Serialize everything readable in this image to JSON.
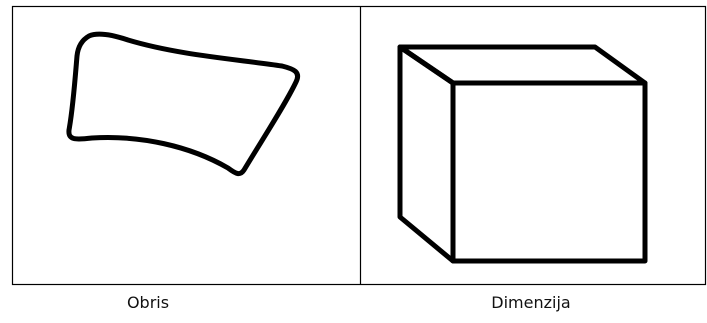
{
  "panels": [
    {
      "id": "outline",
      "caption": "Obris"
    },
    {
      "id": "dimension",
      "caption": "Dimenzija"
    }
  ],
  "colors": {
    "frame": "#000000",
    "stroke": "#000000",
    "caption": "#111111",
    "background": "#ffffff"
  }
}
